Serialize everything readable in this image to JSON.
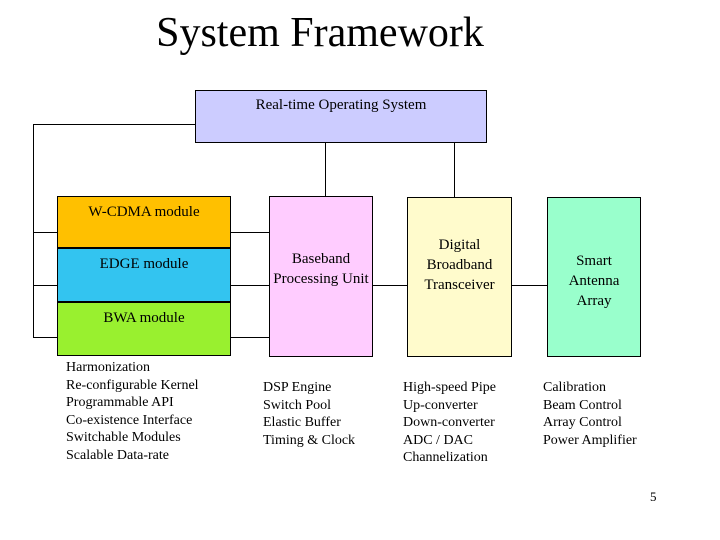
{
  "slide": {
    "title": "System Framework",
    "page_number": "5"
  },
  "rtos": {
    "label": "Real-time Operating System",
    "fill": "#CCCCFF"
  },
  "modules": [
    {
      "label": "W-CDMA module",
      "fill": "#FFC000"
    },
    {
      "label": "EDGE module",
      "fill": "#33C4F0"
    },
    {
      "label": "BWA module",
      "fill": "#99F02F"
    }
  ],
  "blocks": [
    {
      "lines": [
        "Baseband",
        "Processing Unit"
      ],
      "fill": "#FFCCFF"
    },
    {
      "lines": [
        "Digital",
        "Broadband",
        "Transceiver"
      ],
      "fill": "#FFFBCC"
    },
    {
      "lines": [
        "Smart",
        "Antenna",
        "Array"
      ],
      "fill": "#99FFCC"
    }
  ],
  "feature_lists": [
    {
      "items": [
        "Harmonization",
        "Re-configurable Kernel",
        "Programmable API",
        "Co-existence Interface",
        "Switchable Modules",
        "Scalable Data-rate"
      ]
    },
    {
      "items": [
        "DSP Engine",
        "Switch Pool",
        "Elastic Buffer",
        "Timing & Clock"
      ]
    },
    {
      "items": [
        "High-speed Pipe",
        "Up-converter",
        "Down-converter",
        "ADC / DAC",
        "Channelization"
      ]
    },
    {
      "items": [
        "Calibration",
        "Beam Control",
        "Array Control",
        "Power Amplifier"
      ]
    }
  ]
}
